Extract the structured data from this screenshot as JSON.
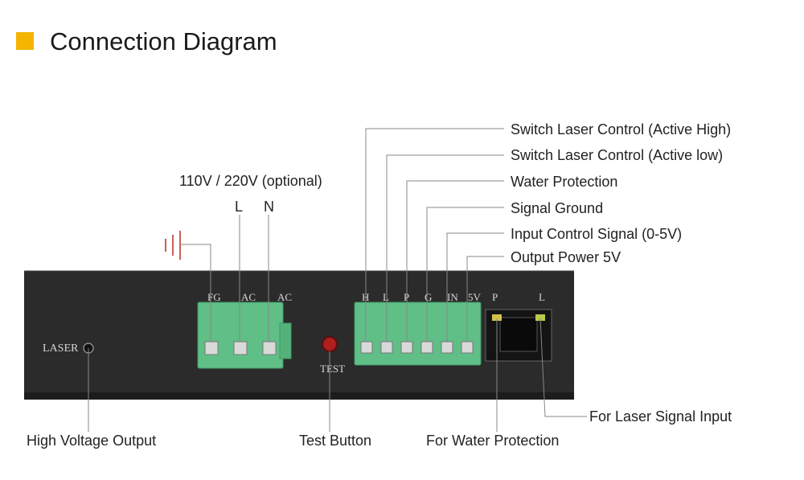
{
  "header": {
    "title": "Connection Diagram"
  },
  "power_input": {
    "voltage_label": "110V / 220V (optional)",
    "l_label": "L",
    "n_label": "N"
  },
  "device": {
    "terminals_left": [
      "FG",
      "AC",
      "AC"
    ],
    "terminals_right": [
      "H",
      "L",
      "P",
      "G",
      "IN",
      "5V"
    ],
    "rj45_labels": [
      "P",
      "L"
    ],
    "laser_label": "LASER",
    "test_label": "TEST"
  },
  "callouts_right": [
    "Switch Laser Control (Active High)",
    "Switch Laser Control (Active low)",
    "Water Protection",
    "Signal Ground",
    "Input Control Signal (0-5V)",
    "Output Power 5V"
  ],
  "callouts_bottom": {
    "high_voltage": "High Voltage Output",
    "test_button": "Test Button",
    "water_protection": "For Water Protection",
    "laser_signal": "For Laser Signal Input"
  },
  "colors": {
    "accent": "#f5b400",
    "terminal_green": "#5fbf86",
    "panel": "#2a2a2a",
    "ground_symbol": "#c0392b",
    "test_button": "#b01e1e"
  }
}
